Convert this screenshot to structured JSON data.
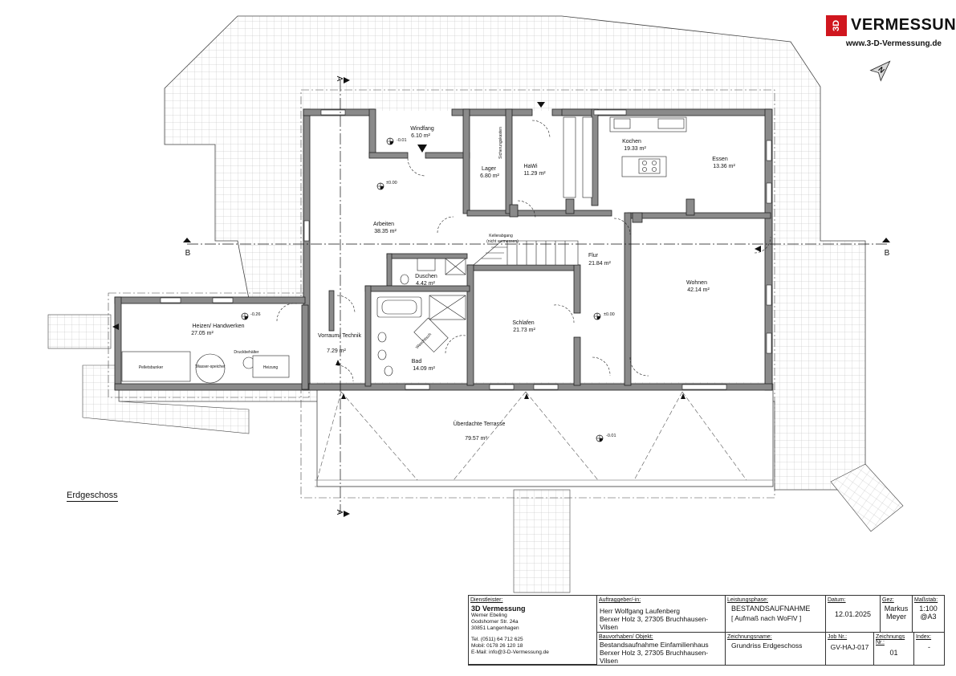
{
  "logo": {
    "box_text": "3D",
    "brand": "VERMESSUNG",
    "url": "www.3-D-Vermessung.de",
    "color": "#d0161e"
  },
  "floor_label": "Erdgeschoss",
  "north_label": "N",
  "section_marks": {
    "a": "A",
    "b": "B"
  },
  "rooms": [
    {
      "key": "windfang",
      "name": "Windfang",
      "area": "6.10 m²"
    },
    {
      "key": "lager",
      "name": "Lager",
      "area": "6.80 m²"
    },
    {
      "key": "hawi",
      "name": "HaWi",
      "area": "11.29 m²"
    },
    {
      "key": "kochen",
      "name": "Kochen",
      "area": "19.33 m²"
    },
    {
      "key": "essen",
      "name": "Essen",
      "area": "13.36 m²"
    },
    {
      "key": "arbeiten",
      "name": "Arbeiten",
      "area": "38.35 m²"
    },
    {
      "key": "flur",
      "name": "Flur",
      "area": "21.84 m²"
    },
    {
      "key": "duschen",
      "name": "Duschen",
      "area": "4.42 m²"
    },
    {
      "key": "wohnen",
      "name": "Wohnen",
      "area": "42.14 m²"
    },
    {
      "key": "schlafen",
      "name": "Schlafen",
      "area": "21.73 m²"
    },
    {
      "key": "heizen",
      "name": "Heizen/ Handwerken",
      "area": "27.05 m²"
    },
    {
      "key": "vorraum",
      "name": "Vorraum/ Technik",
      "area": "7.29 m²"
    },
    {
      "key": "bad",
      "name": "Bad",
      "area": "14.09 m²"
    },
    {
      "key": "terrasse",
      "name": "Überdachte Terrasse",
      "area": "79.57 m²"
    }
  ],
  "levels": {
    "windfang": "-0.01",
    "arbeiten": "±0.00",
    "heizen": "-0.26",
    "schlafen": "±0.00",
    "terrasse": "-0.01"
  },
  "fixtures": {
    "sicherung": "Sicherungskasten",
    "keller": "Kellerabgang",
    "keller_note": "(nicht vermessen)",
    "pellets": "Pelletsbunker",
    "speicher": "Wasser-speicher",
    "druck": "Druckbehälter",
    "heizung": "Heizung",
    "waschtisch": "Waschtisch"
  },
  "title_block": {
    "dienstleister_caption": "Dienstleister:",
    "company": "3D Vermessung",
    "contact": "Werner Ebeling",
    "street": "Godshorner Str. 24a",
    "city": "30851 Langenhagen",
    "tel": "Tel. (0511) 64 712 625",
    "mobil": "Mobil: 0178 26 120 18",
    "email": "E-Mail: info@3-D-Vermessung.de",
    "auftraggeber_caption": "Auftraggeber/-in:",
    "auftraggeber_name": "Herr Wolfgang Laufenberg",
    "auftraggeber_address": "Berxer Holz 3, 27305 Bruchhausen-Vilsen",
    "bauvorhaben_caption": "Bauvorhaben/ Objekt:",
    "bauvorhaben_name": "Bestandsaufnahme Einfamilienhaus",
    "bauvorhaben_address": "Berxer Holz 3, 27305 Bruchhausen-Vilsen",
    "leistungsphase_caption": "Leistungsphase:",
    "leistungsphase": "BESTANDSAUFNAHME",
    "leistungsphase_sub": "[ Aufmaß nach WoFlV ]",
    "zeichnungsname_caption": "Zeichnungsname:",
    "zeichnungsname": "Grundriss Erdgeschoss",
    "datum_caption": "Datum:",
    "datum": "12.01.2025",
    "gez_caption": "Gez:",
    "gez_first": "Markus",
    "gez_last": "Meyer",
    "massstab_caption": "Maßstab:",
    "massstab": "1:100",
    "format": "@A3",
    "job_caption": "Job Nr.:",
    "job": "GV-HAJ-017",
    "zeichnungsnr_caption": "Zeichnungs Nr.:",
    "zeichnungsnr": "01",
    "index_caption": "Index:",
    "index": "-"
  }
}
